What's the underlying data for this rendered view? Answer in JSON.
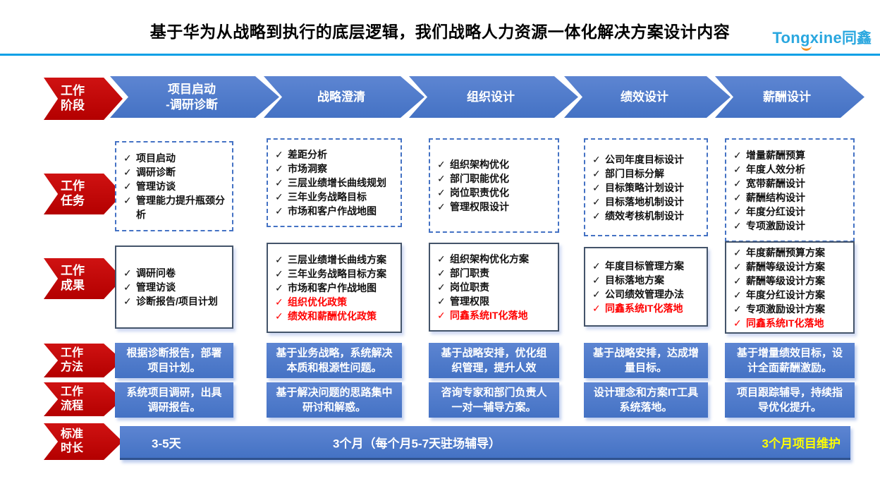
{
  "header": {
    "title": "基于华为从战略到执行的底层逻辑，我们战略人力资源一体化解决方案设计内容",
    "logo": {
      "latin": "Tongxine",
      "cjk": "同鑫"
    }
  },
  "row_labels": {
    "stage": {
      "line1": "工作",
      "line2": "阶段"
    },
    "tasks": {
      "line1": "工作",
      "line2": "任务"
    },
    "outputs": {
      "line1": "工作",
      "line2": "成果"
    },
    "method": {
      "line1": "工作",
      "line2": "方法"
    },
    "process": {
      "line1": "工作",
      "line2": "流程"
    },
    "duration": {
      "line1": "标准",
      "line2": "时长"
    }
  },
  "stages": [
    {
      "label": {
        "line1": "项目启动",
        "line2": "-调研诊断"
      },
      "tasks": [
        {
          "text": "项目启动",
          "red": false
        },
        {
          "text": "调研诊断",
          "red": false
        },
        {
          "text": "管理访谈",
          "red": false
        },
        {
          "text": "管理能力提升瓶颈分析",
          "red": false
        }
      ],
      "outputs": [
        {
          "text": "调研问卷",
          "red": false
        },
        {
          "text": "管理访谈",
          "red": false
        },
        {
          "text": "诊断报告/项目计划",
          "red": false
        }
      ],
      "method": "根据诊断报告，部署项目计划。",
      "process": "系统项目调研，出具调研报告。"
    },
    {
      "label": {
        "line1": "战略澄清",
        "line2": ""
      },
      "tasks": [
        {
          "text": "差距分析",
          "red": false
        },
        {
          "text": "市场洞察",
          "red": false
        },
        {
          "text": "三层业绩增长曲线规划",
          "red": false
        },
        {
          "text": "三年业务战略目标",
          "red": false
        },
        {
          "text": "市场和客户作战地图",
          "red": false
        }
      ],
      "outputs": [
        {
          "text": "三层业绩增长曲线方案",
          "red": false
        },
        {
          "text": "三年业务战略目标方案",
          "red": false
        },
        {
          "text": "市场和客户作战地图",
          "red": false
        },
        {
          "text": "组织优化政策",
          "red": true
        },
        {
          "text": "绩效和薪酬优化政策",
          "red": true
        }
      ],
      "method": "基于业务战略，系统解决本质和根源性问题。",
      "process": "基于解决问题的思路集中研讨和解惑。"
    },
    {
      "label": {
        "line1": "组织设计",
        "line2": ""
      },
      "tasks": [
        {
          "text": "组织架构优化",
          "red": false
        },
        {
          "text": "部门职能优化",
          "red": false
        },
        {
          "text": "岗位职责优化",
          "red": false
        },
        {
          "text": "管理权限设计",
          "red": false
        }
      ],
      "outputs": [
        {
          "text": "组织架构优化方案",
          "red": false
        },
        {
          "text": "部门职责",
          "red": false
        },
        {
          "text": "岗位职责",
          "red": false
        },
        {
          "text": "管理权限",
          "red": false
        },
        {
          "text": "同鑫系统IT化落地",
          "red": true
        }
      ],
      "method": "基于战略安排，优化组织管理，提升人效",
      "process": "咨询专家和部门负责人一对一辅导方案。"
    },
    {
      "label": {
        "line1": "绩效设计",
        "line2": ""
      },
      "tasks": [
        {
          "text": "公司年度目标设计",
          "red": false
        },
        {
          "text": "部门目标分解",
          "red": false
        },
        {
          "text": "目标策略计划设计",
          "red": false
        },
        {
          "text": "目标落地机制设计",
          "red": false
        },
        {
          "text": "绩效考核机制设计",
          "red": false
        }
      ],
      "outputs": [
        {
          "text": "年度目标管理方案",
          "red": false
        },
        {
          "text": "目标落地方案",
          "red": false
        },
        {
          "text": "公司绩效管理办法",
          "red": false
        },
        {
          "text": "同鑫系统IT化落地",
          "red": true
        }
      ],
      "method": "基于战略安排，达成增量目标。",
      "process": "设计理念和方案IT工具系统落地。"
    },
    {
      "label": {
        "line1": "薪酬设计",
        "line2": ""
      },
      "tasks": [
        {
          "text": "增量薪酬预算",
          "red": false
        },
        {
          "text": "年度人效分析",
          "red": false
        },
        {
          "text": "宽带薪酬设计",
          "red": false
        },
        {
          "text": "薪酬结构设计",
          "red": false
        },
        {
          "text": "年度分红设计",
          "red": false
        },
        {
          "text": "专项激励设计",
          "red": false
        }
      ],
      "outputs": [
        {
          "text": "年度薪酬预算方案",
          "red": false
        },
        {
          "text": "薪酬等级设计方案",
          "red": false
        },
        {
          "text": "薪酬等级设计方案",
          "red": false
        },
        {
          "text": "年度分红设计方案",
          "red": false
        },
        {
          "text": "专项激励设计方案",
          "red": false
        },
        {
          "text": "同鑫系统IT化落地",
          "red": true
        }
      ],
      "method": "基于增量绩效目标，设计全面薪酬激励。",
      "process": "项目跟踪辅导，持续指导优化提升。"
    }
  ],
  "duration": {
    "phase1": "3-5天",
    "phase2": "3个月（每个月5-7天驻场辅导）",
    "phase3": "3个月项目维护"
  },
  "icons": {
    "check": "✓"
  },
  "colors": {
    "label_red": "#C00000",
    "primary_blue": "#4472C4",
    "divider_blue": "#0AA0E6",
    "highlight_red": "#FF0000",
    "highlight_yellow": "#FFFF00",
    "logo_blue": "#2AA7DF",
    "logo_orange": "#F5901F"
  }
}
